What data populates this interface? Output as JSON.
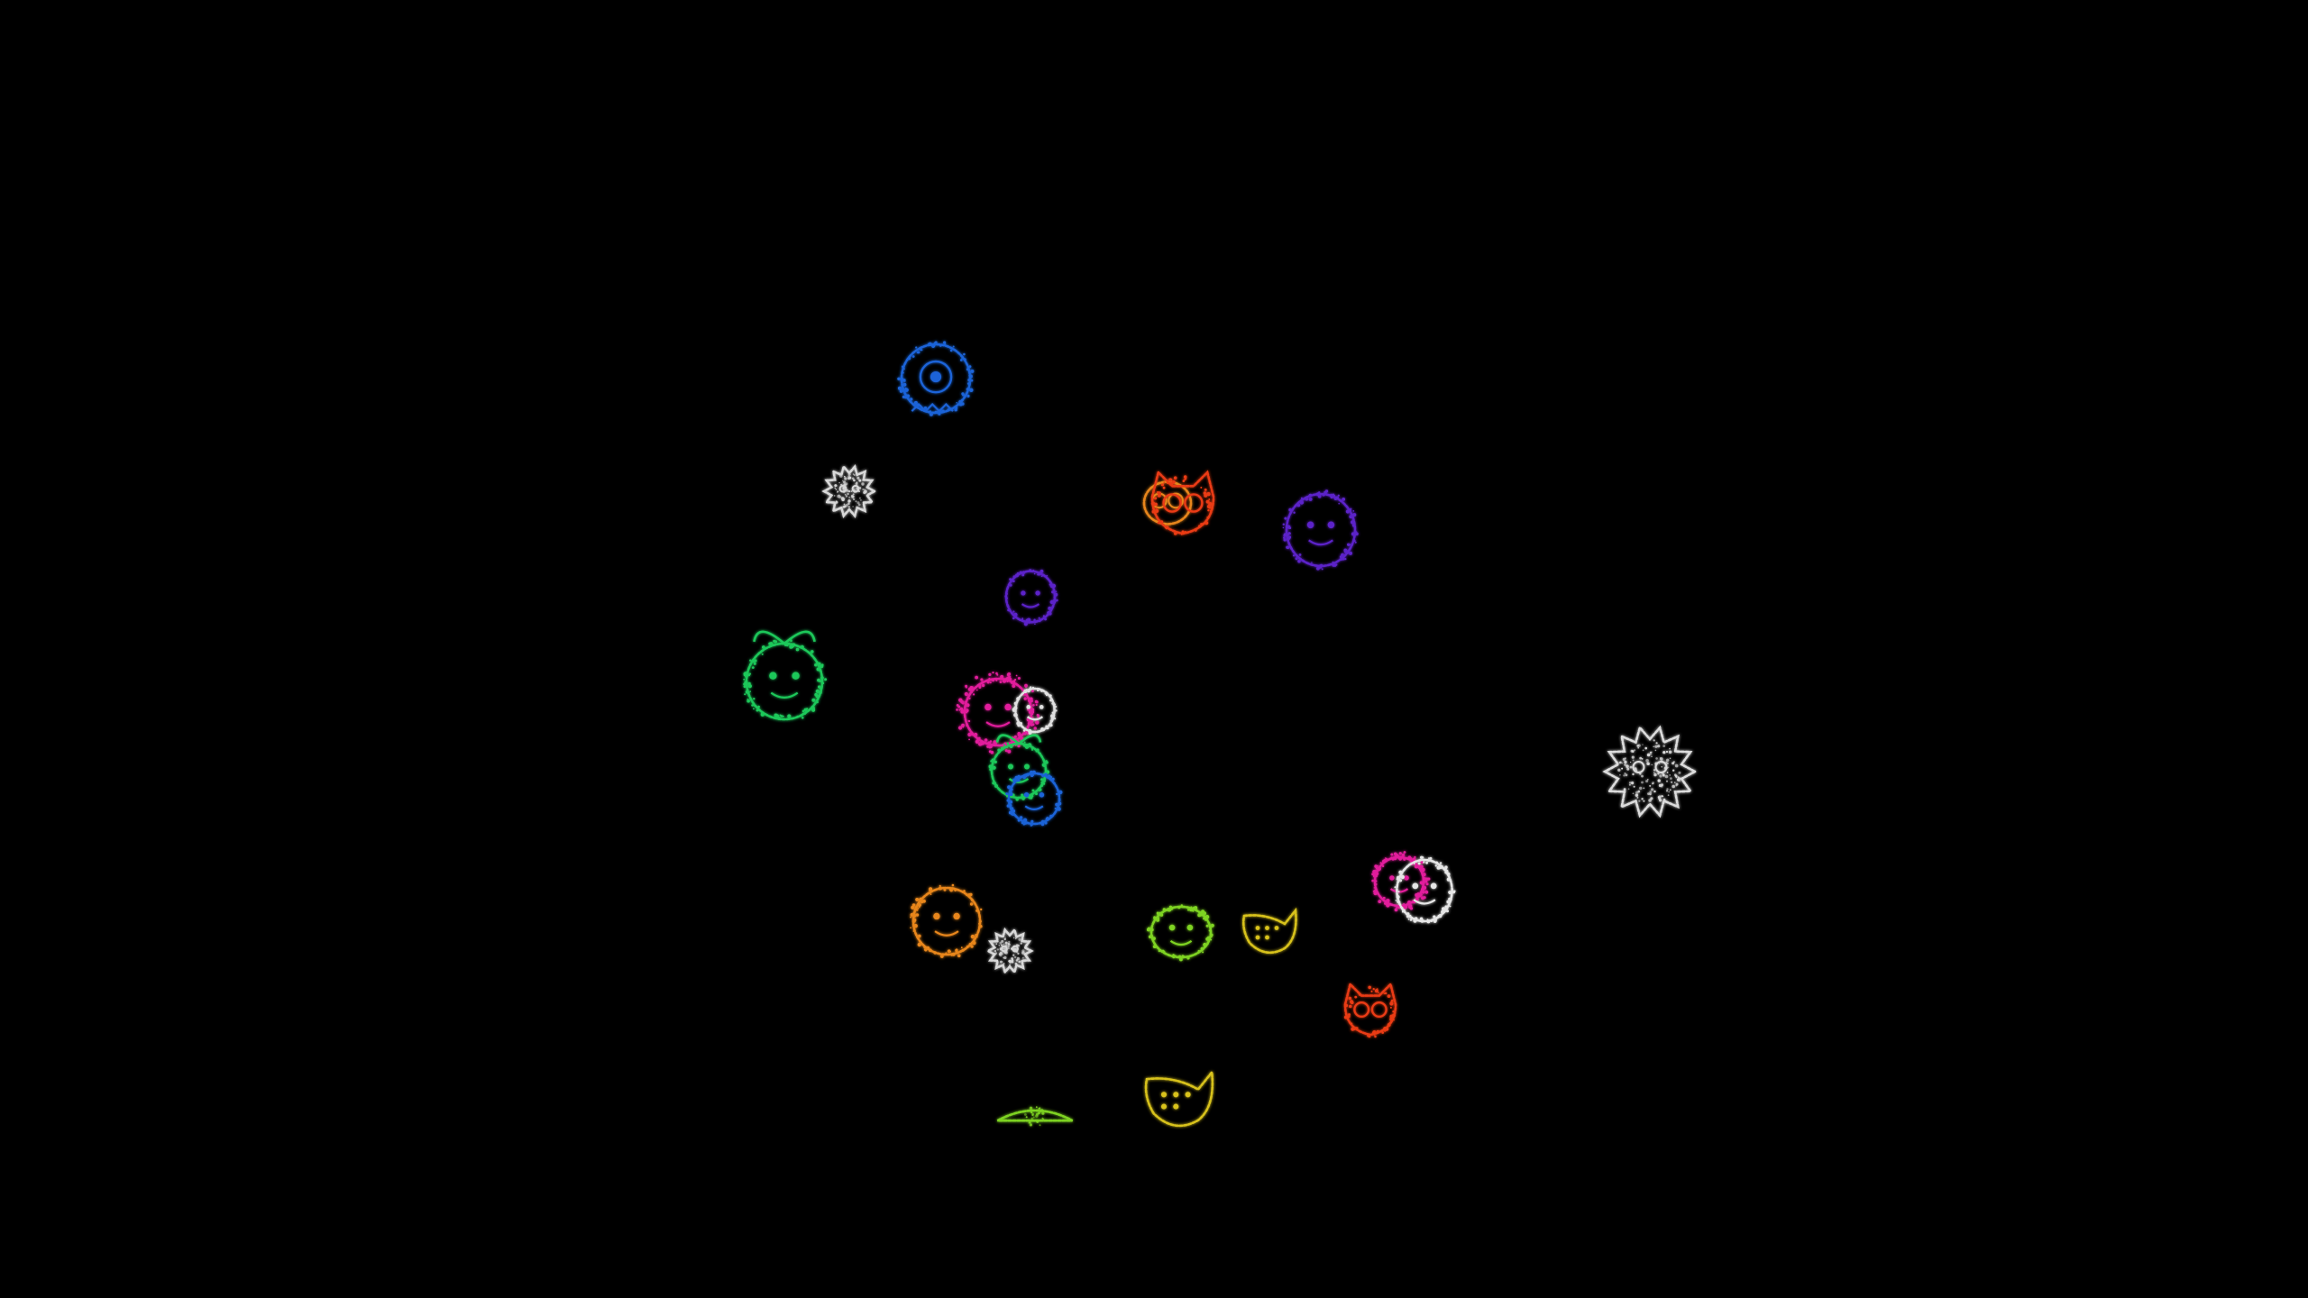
{
  "scene": {
    "background": "#000000",
    "style": "glowing particle outline sprites"
  },
  "sprites": [
    {
      "id": "blue-eye-creature",
      "kind": "eye-creature",
      "color": "#1a64d8"
    },
    {
      "id": "white-spiky-small-1",
      "kind": "spiky",
      "color": "#d8d8d8"
    },
    {
      "id": "orange-owl",
      "kind": "owl",
      "color": "#e8861a"
    },
    {
      "id": "red-cat-mask",
      "kind": "cat-mask",
      "color": "#ea3b12"
    },
    {
      "id": "purple-skull-large",
      "kind": "skull",
      "color": "#5b22c9"
    },
    {
      "id": "purple-skull-small",
      "kind": "skull",
      "color": "#5b22c9"
    },
    {
      "id": "green-sprout-blob",
      "kind": "sprout-blob",
      "color": "#1fc85a"
    },
    {
      "id": "magenta-fuzzball",
      "kind": "fuzzball",
      "color": "#e21f9c"
    },
    {
      "id": "white-ghost-small",
      "kind": "ghost",
      "color": "#e0e0e0"
    },
    {
      "id": "green-sprout-small",
      "kind": "sprout-blob",
      "color": "#1fc85a"
    },
    {
      "id": "blue-round-small",
      "kind": "round-face",
      "color": "#1a64d8"
    },
    {
      "id": "white-spiky-large",
      "kind": "spiky",
      "color": "#dcdcdc"
    },
    {
      "id": "magenta-fuzzball-small",
      "kind": "fuzzball",
      "color": "#e21f9c"
    },
    {
      "id": "white-ghost-large",
      "kind": "ghost",
      "color": "#e6e6e6"
    },
    {
      "id": "orange-round-face",
      "kind": "round-face",
      "color": "#e8861a"
    },
    {
      "id": "white-spiky-small-2",
      "kind": "spiky",
      "color": "#d8d8d8"
    },
    {
      "id": "lime-oval-face",
      "kind": "oval-face",
      "color": "#7ed321"
    },
    {
      "id": "yellow-ocarina-small",
      "kind": "ocarina",
      "color": "#d8c21a"
    },
    {
      "id": "red-cat-mask-small",
      "kind": "cat-mask",
      "color": "#ea3b12"
    },
    {
      "id": "yellow-ocarina-large",
      "kind": "ocarina",
      "color": "#d8c21a"
    },
    {
      "id": "lime-partial-blob",
      "kind": "partial-blob",
      "color": "#7ed321"
    }
  ]
}
